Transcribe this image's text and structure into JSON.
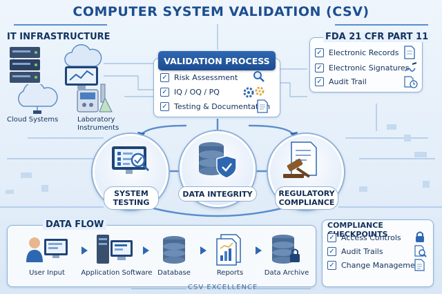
{
  "title": "COMPUTER SYSTEM VALIDATION (CSV)",
  "it_infrastructure": {
    "heading": "IT INFRASTRUCTURE",
    "cloud_label": "Cloud Systems",
    "lab_label_1": "Laboratory",
    "lab_label_2": "Instruments"
  },
  "validation_process": {
    "heading": "VALIDATION PROCESS",
    "items": [
      "Risk Assessment",
      "IQ / OQ / PQ",
      "Testing & Documentation"
    ]
  },
  "fda": {
    "heading": "FDA 21 CFR PART 11",
    "items": [
      "Electronic Records",
      "Electronic Signatures",
      "Audit Trail"
    ]
  },
  "pillars": {
    "system_testing_1": "SYSTEM",
    "system_testing_2": "TESTING",
    "data_integrity": "DATA INTEGRITY",
    "regulatory_1": "REGULATORY",
    "regulatory_2": "COMPLIANCE"
  },
  "data_flow": {
    "heading": "DATA FLOW",
    "steps": [
      "User Input",
      "Application Software",
      "Database",
      "Reports",
      "Data Archive"
    ]
  },
  "compliance": {
    "heading": "COMPLIANCE CHECKPOINTS",
    "items": [
      "Access Controls",
      "Audit Trails",
      "Change Management"
    ]
  },
  "footer": "CSV EXCELLENCE",
  "colors": {
    "primary": "#1d4e8f",
    "accent": "#2e67b1",
    "border": "#8fb1d9",
    "gold": "#e2a93b"
  }
}
